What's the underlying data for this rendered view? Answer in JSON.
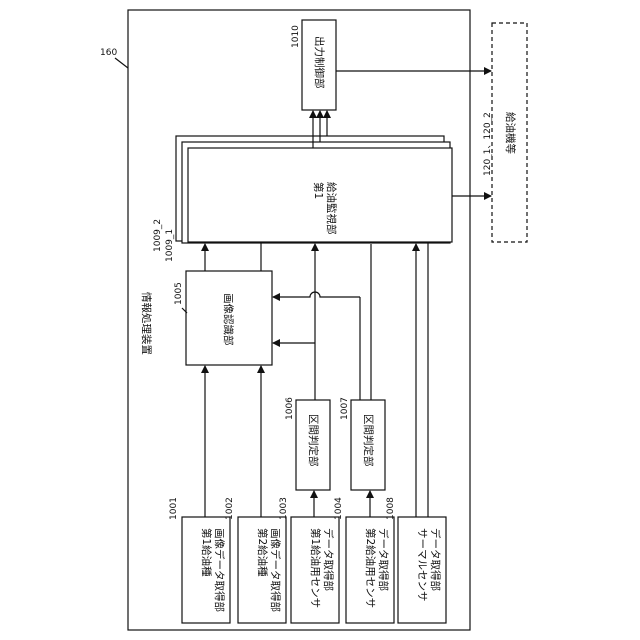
{
  "outer_ref": "160",
  "outer_label": "情報処理装置",
  "sources": [
    {
      "ref": "1001",
      "lines": [
        "第1給油種",
        "画像データ取得部"
      ]
    },
    {
      "ref": "1002",
      "lines": [
        "第2給油種",
        "画像データ取得部"
      ]
    },
    {
      "ref": "1003",
      "lines": [
        "第1給油用センサ",
        "データ取得部"
      ]
    },
    {
      "ref": "1004",
      "lines": [
        "第2給油用センサ",
        "データ取得部"
      ]
    },
    {
      "ref": "1008",
      "lines": [
        "サーマルセンサ",
        "データ取得部"
      ]
    }
  ],
  "section_judges": [
    {
      "ref": "1006",
      "label": "区間判定部"
    },
    {
      "ref": "1007",
      "label": "区間判定部"
    }
  ],
  "image_recognition": {
    "ref": "1005",
    "label": "画像認識部"
  },
  "monitor": {
    "lines": [
      "第1",
      "給油監視部"
    ],
    "ref1": "1009_1",
    "ref2": "1009_2"
  },
  "output_control": {
    "ref": "1010",
    "label": "出力制御部"
  },
  "external": {
    "ref": "120_1、120_2",
    "label": "給油機等"
  }
}
